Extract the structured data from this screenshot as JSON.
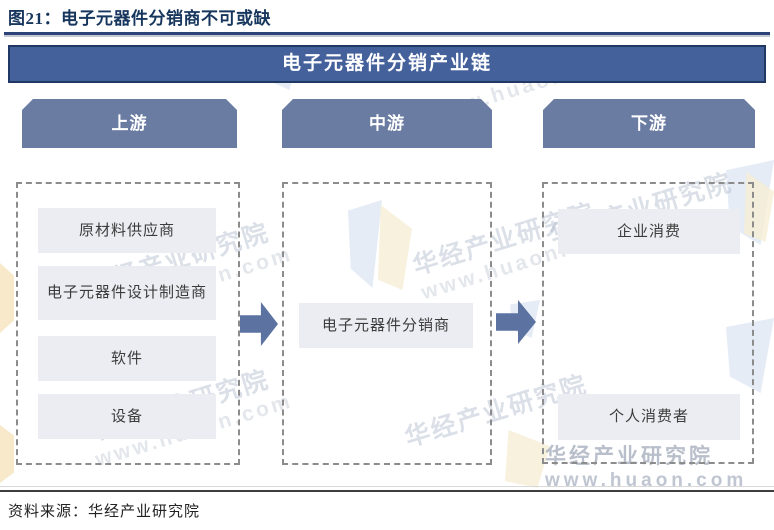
{
  "figure": {
    "title": "图21：电子元器件分销商不可或缺",
    "source": "资料来源：华经产业研究院"
  },
  "chain": {
    "title": "电子元器件分销产业链",
    "stages": [
      {
        "label": "上游",
        "items": [
          "原材料供应商",
          "电子元器件设计制造商",
          "软件",
          "设备"
        ]
      },
      {
        "label": "中游",
        "items": [
          "电子元器件分销商"
        ]
      },
      {
        "label": "下游",
        "items": [
          "企业消费",
          "个人消费者"
        ]
      }
    ]
  },
  "watermark": {
    "brand": "华经产业研究院",
    "site": "www.huaon.com"
  },
  "colors": {
    "title_navy": "#17365D",
    "banner_blue": "#45619C",
    "banner_border": "#203864",
    "stage_slate": "#6B7CA3",
    "node_gray": "#ECEDF3",
    "arrow_blue": "#5C73A2",
    "dash_gray": "#8C8C8C"
  }
}
